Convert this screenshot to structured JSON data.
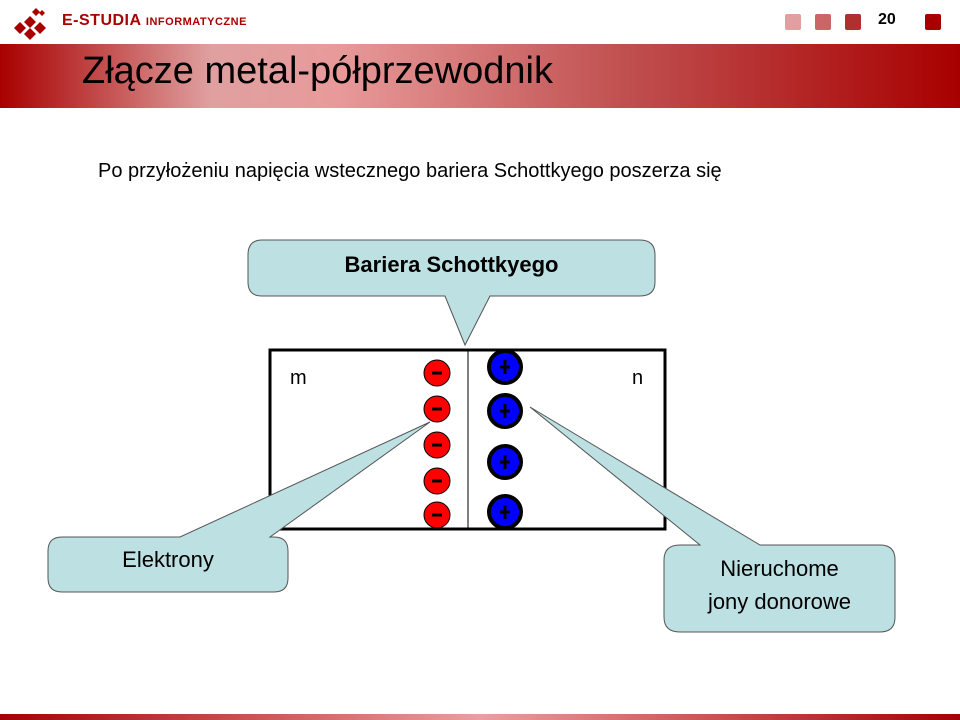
{
  "header": {
    "brand": "E-STUDIA",
    "brand_suffix": "INFORMATYCZNE",
    "page_number": "20"
  },
  "slide": {
    "title": "Złącze metal-półprzewodnik",
    "subtitle": "Po przyłożeniu napięcia wstecznego bariera Schottkyego poszerza się"
  },
  "diagram": {
    "callout_top": "Bariera Schottkyego",
    "label_metal": "m",
    "label_semiconductor": "n",
    "callout_left": "Elektrony",
    "callout_right_line1": "Nieruchome",
    "callout_right_line2": "jony donorowe",
    "electron_sign": "-",
    "ion_sign": "+",
    "electron_count": 5,
    "ion_count": 4
  },
  "colors": {
    "accent": "#a80000",
    "electron": "#ff0000",
    "ion": "#0000ff",
    "callout": "#bde0e3"
  }
}
